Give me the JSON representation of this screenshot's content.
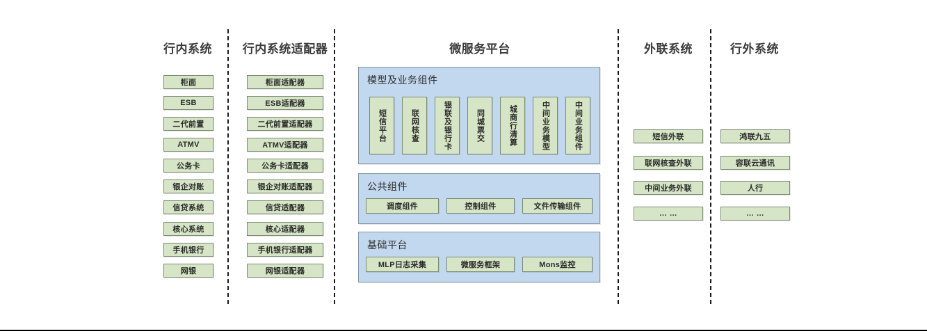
{
  "diagram": {
    "columns": [
      {
        "id": "internal-systems",
        "title": "行内系统",
        "items": [
          "柜面",
          "ESB",
          "二代前置",
          "ATMV",
          "公务卡",
          "银企对账",
          "信贷系统",
          "核心系统",
          "手机银行",
          "网银"
        ]
      },
      {
        "id": "internal-system-adapters",
        "title": "行内系统适配器",
        "items": [
          "柜面适配器",
          "ESB适配器",
          "二代前置适配器",
          "ATMV适配器",
          "公务卡适配器",
          "银企对账适配器",
          "信贷适配器",
          "核心适配器",
          "手机银行适配器",
          "网银适配器"
        ]
      },
      {
        "id": "microservice-platform",
        "title": "微服务平台"
      },
      {
        "id": "external-link-systems",
        "title": "外联系统",
        "items": [
          "短信外联",
          "联网核查外联",
          "中间业务外联",
          "… …"
        ]
      },
      {
        "id": "outside-bank-systems",
        "title": "行外系统",
        "items": [
          "鸿联九五",
          "容联云通讯",
          "人行",
          "… …"
        ]
      }
    ],
    "platform": {
      "panels": [
        {
          "id": "model-and-business-components",
          "title": "模型及业务组件",
          "orientation": "vertical",
          "items": [
            "短信平台",
            "联网核查",
            "银联及银行卡",
            "同城票交",
            "城商行清算",
            "中间业务模型",
            "中间业务组件"
          ]
        },
        {
          "id": "public-components",
          "title": "公共组件",
          "orientation": "horizontal",
          "items": [
            "调度组件",
            "控制组件",
            "文件传输组件"
          ]
        },
        {
          "id": "base-platform",
          "title": "基础平台",
          "orientation": "horizontal",
          "items": [
            "MLP日志采集",
            "微服务框架",
            "Mons监控"
          ]
        }
      ]
    },
    "colors": {
      "box_fill": "#d6e5c6",
      "box_border": "#7b8a72",
      "panel_fill": "#c2d8ee",
      "panel_border": "#8496a8",
      "divider": "#1a1a1a",
      "text": "#2b2b2b",
      "title_text": "#3b3b3b"
    }
  }
}
